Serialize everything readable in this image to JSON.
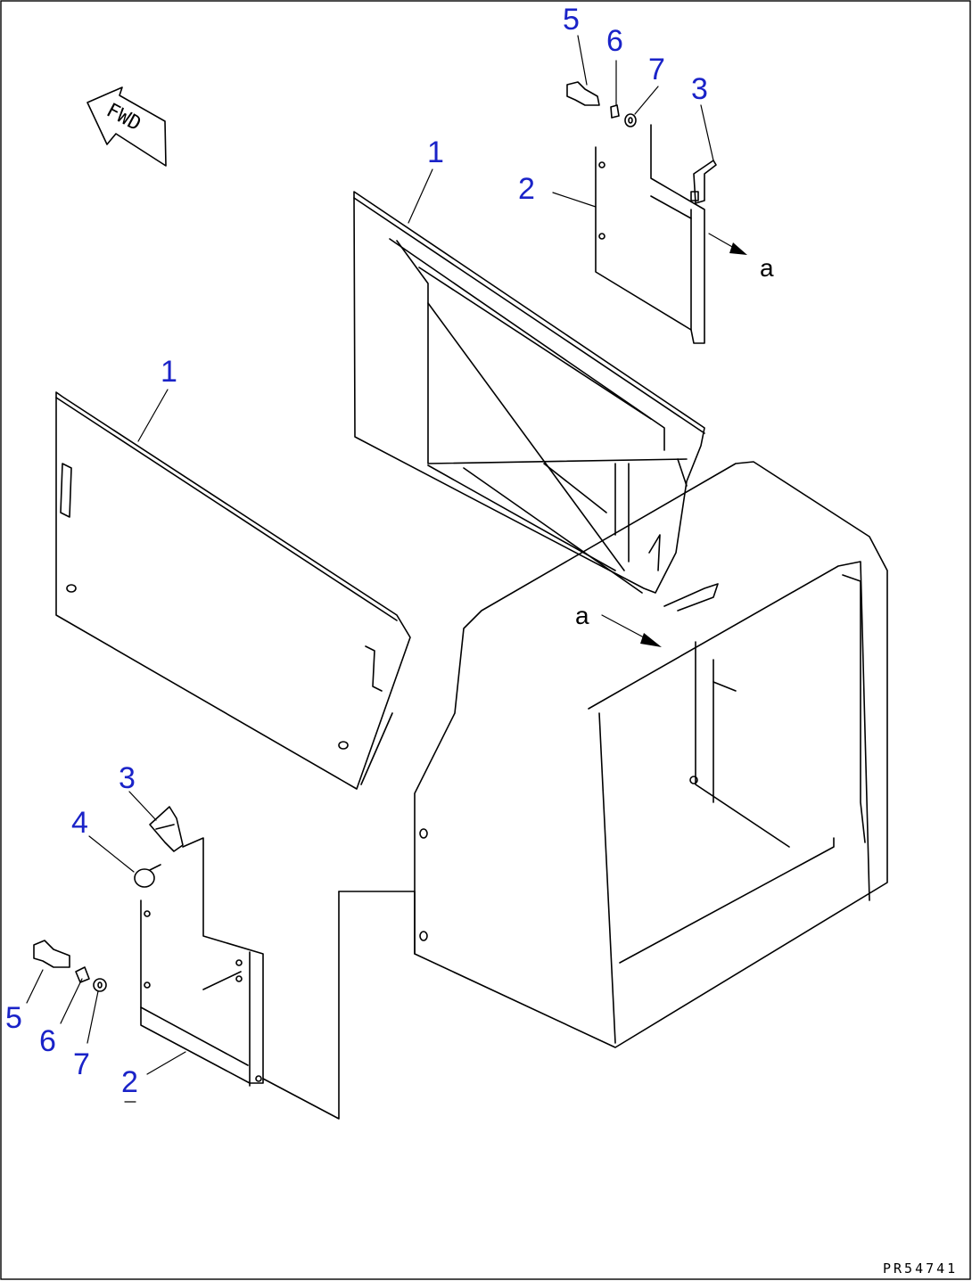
{
  "direction_indicator": {
    "label": "FWD"
  },
  "view_marker": "a",
  "drawing_code": "PR54741",
  "callouts": {
    "top_5": "5",
    "top_6": "6",
    "top_7": "7",
    "top_3": "3",
    "top_2": "2",
    "upper_panel_1": "1",
    "left_panel_1": "1",
    "bottom_3": "3",
    "bottom_4": "4",
    "bottom_5": "5",
    "bottom_6": "6",
    "bottom_7": "7",
    "bottom_2": "2"
  },
  "colors": {
    "callout": "#1a23c8",
    "lines": "#000000",
    "background": "#ffffff"
  }
}
